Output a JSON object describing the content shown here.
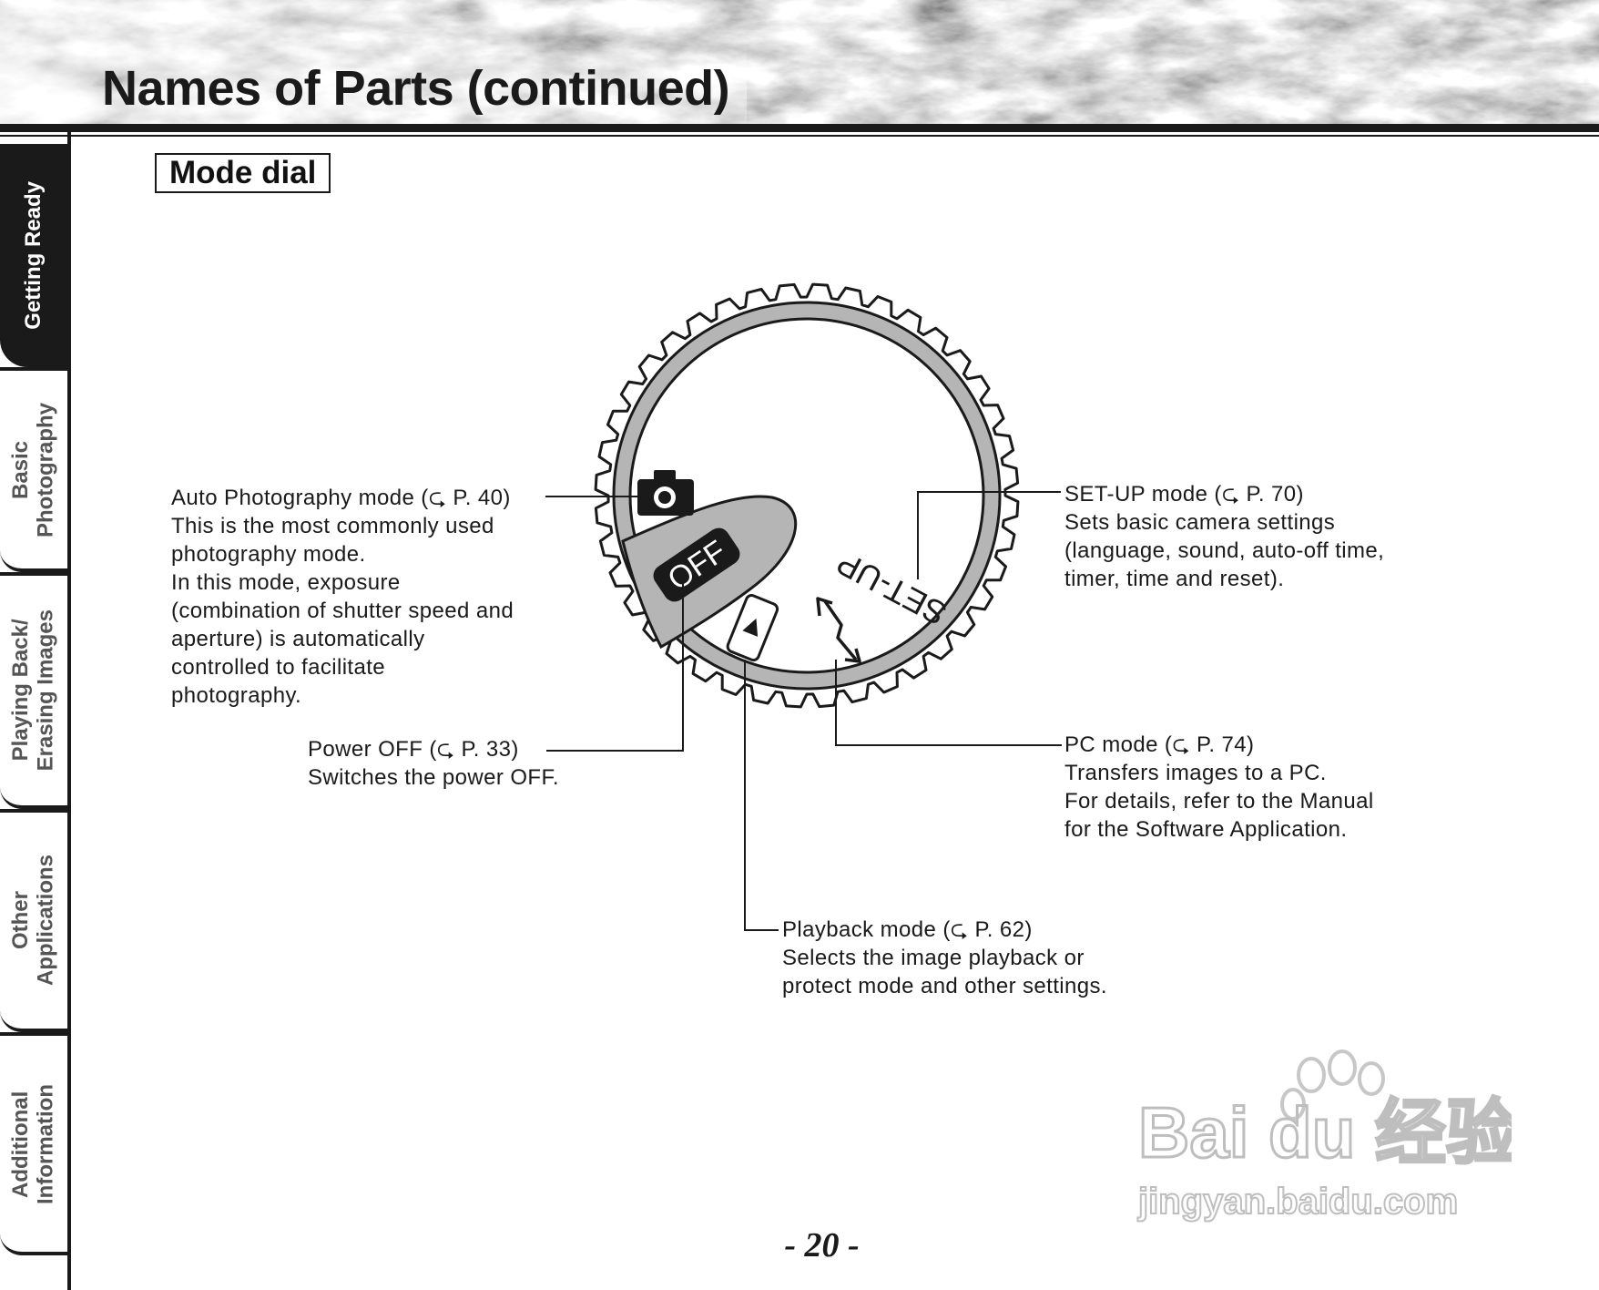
{
  "page": {
    "title": "Names of Parts (continued)",
    "page_number": "- 20 -"
  },
  "sidebar": {
    "tabs": [
      {
        "label": "Getting Ready",
        "active": true
      },
      {
        "label": "Basic\nPhotography",
        "active": false
      },
      {
        "label": "Playing Back/\nErasing Images",
        "active": false
      },
      {
        "label": "Other\nApplications",
        "active": false
      },
      {
        "label": "Additional\nInformation",
        "active": false
      }
    ]
  },
  "section": {
    "heading": "Mode dial"
  },
  "dial": {
    "off_label": "OFF",
    "setup_label": "SET-UP",
    "icons": [
      "camera-icon",
      "playback-icon",
      "pc-connection-icon"
    ]
  },
  "callouts": {
    "auto": {
      "title_pre": "Auto Photography mode (",
      "page_ref": "P. 40)",
      "lines": [
        "This is the most commonly used",
        "photography mode.",
        "In this mode, exposure",
        "(combination of shutter speed and",
        "aperture) is automatically",
        "controlled to facilitate",
        "photography."
      ]
    },
    "power_off": {
      "title_pre": "Power OFF (",
      "page_ref": "P. 33)",
      "lines": [
        "Switches the power OFF."
      ]
    },
    "setup": {
      "title_pre": "SET-UP mode (",
      "page_ref": "P. 70)",
      "lines": [
        "Sets basic camera settings",
        "(language, sound, auto-off time,",
        "timer, time and reset)."
      ]
    },
    "pc": {
      "title_pre": "PC mode (",
      "page_ref": "P. 74)",
      "lines": [
        "Transfers images to a PC.",
        "For details, refer to the Manual",
        "for the Software Application."
      ]
    },
    "playback": {
      "title_pre": "Playback mode (",
      "page_ref": "P. 62)",
      "lines": [
        "Selects the image playback or",
        "protect mode and other settings."
      ]
    }
  },
  "watermark": {
    "brand": "Bai du 经验",
    "url": "jingyan.baidu.com"
  },
  "colors": {
    "ink": "#1a1a1a",
    "dial_ring": "#b5b5b5",
    "banner_texture": "#8c8c8c"
  }
}
